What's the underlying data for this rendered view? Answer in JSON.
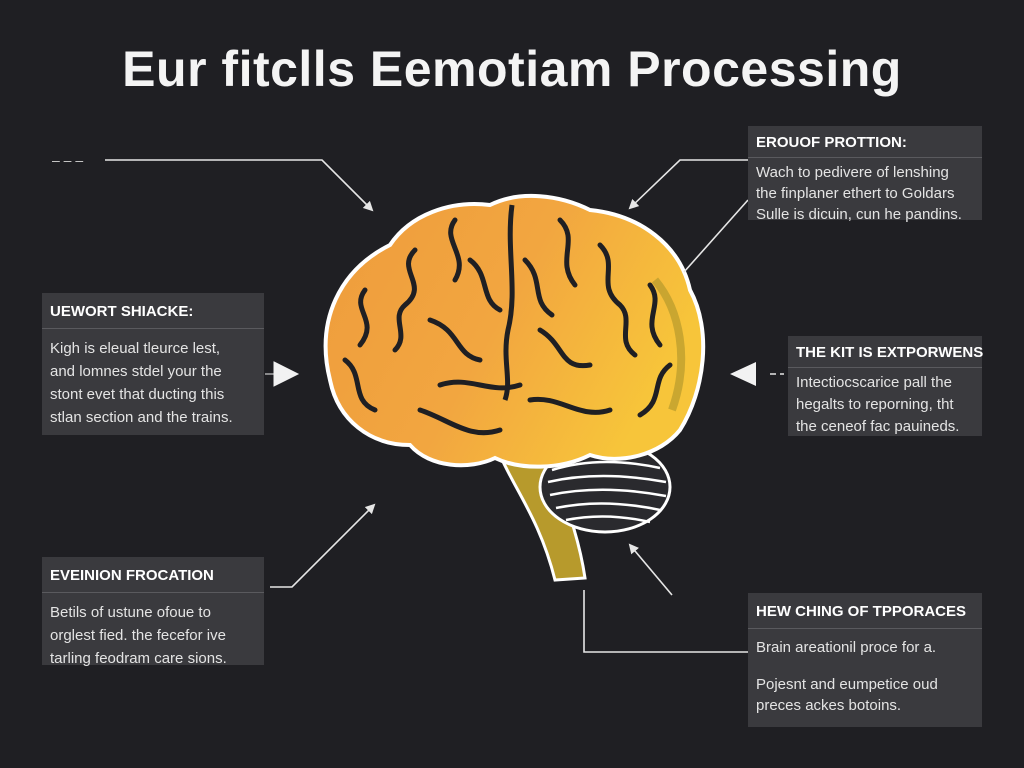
{
  "title": "Eur fitclls Eemotiam Processing",
  "colors": {
    "background": "#1f1f23",
    "panel": "#3a3a3e",
    "brain_orange": "#f2a23e",
    "brain_yellow": "#f6c13a",
    "brain_outline": "#ffffff",
    "stem": "#b79a2c"
  },
  "panels": {
    "top_right": {
      "heading": "EROUOF PROTTION:",
      "lines": [
        "Wach to pedivere of lenshing",
        "the finplaner ethert to Goldars",
        "Sulle is dicuin, cun he pandins."
      ]
    },
    "mid_left": {
      "heading": "UEWORT SHIACKE:",
      "lines": [
        "Kigh is eleual tleurce lest,",
        "and lomnes stdel your the",
        "stont evet that ducting this",
        "stlan section and the trains."
      ]
    },
    "mid_right": {
      "heading": "THE KIT IS EXTPORWENS",
      "lines": [
        "Intectiocscarice pall the",
        "hegalts to reporning, tht",
        "the ceneof fac pauineds."
      ]
    },
    "bottom_left": {
      "heading": "EVEINION FROCATION",
      "lines": [
        "Betils of ustune ofoue to",
        "orglest fied. the fecefor ive",
        "tarling feodram care sions."
      ]
    },
    "bottom_right": {
      "heading": "HEW CHING OF TPPORACES",
      "lines": [
        "Brain areationil proce for a.",
        "Pojesnt and eumpetice oud",
        "preces ackes botoins."
      ]
    }
  },
  "corner_label": "– – –"
}
